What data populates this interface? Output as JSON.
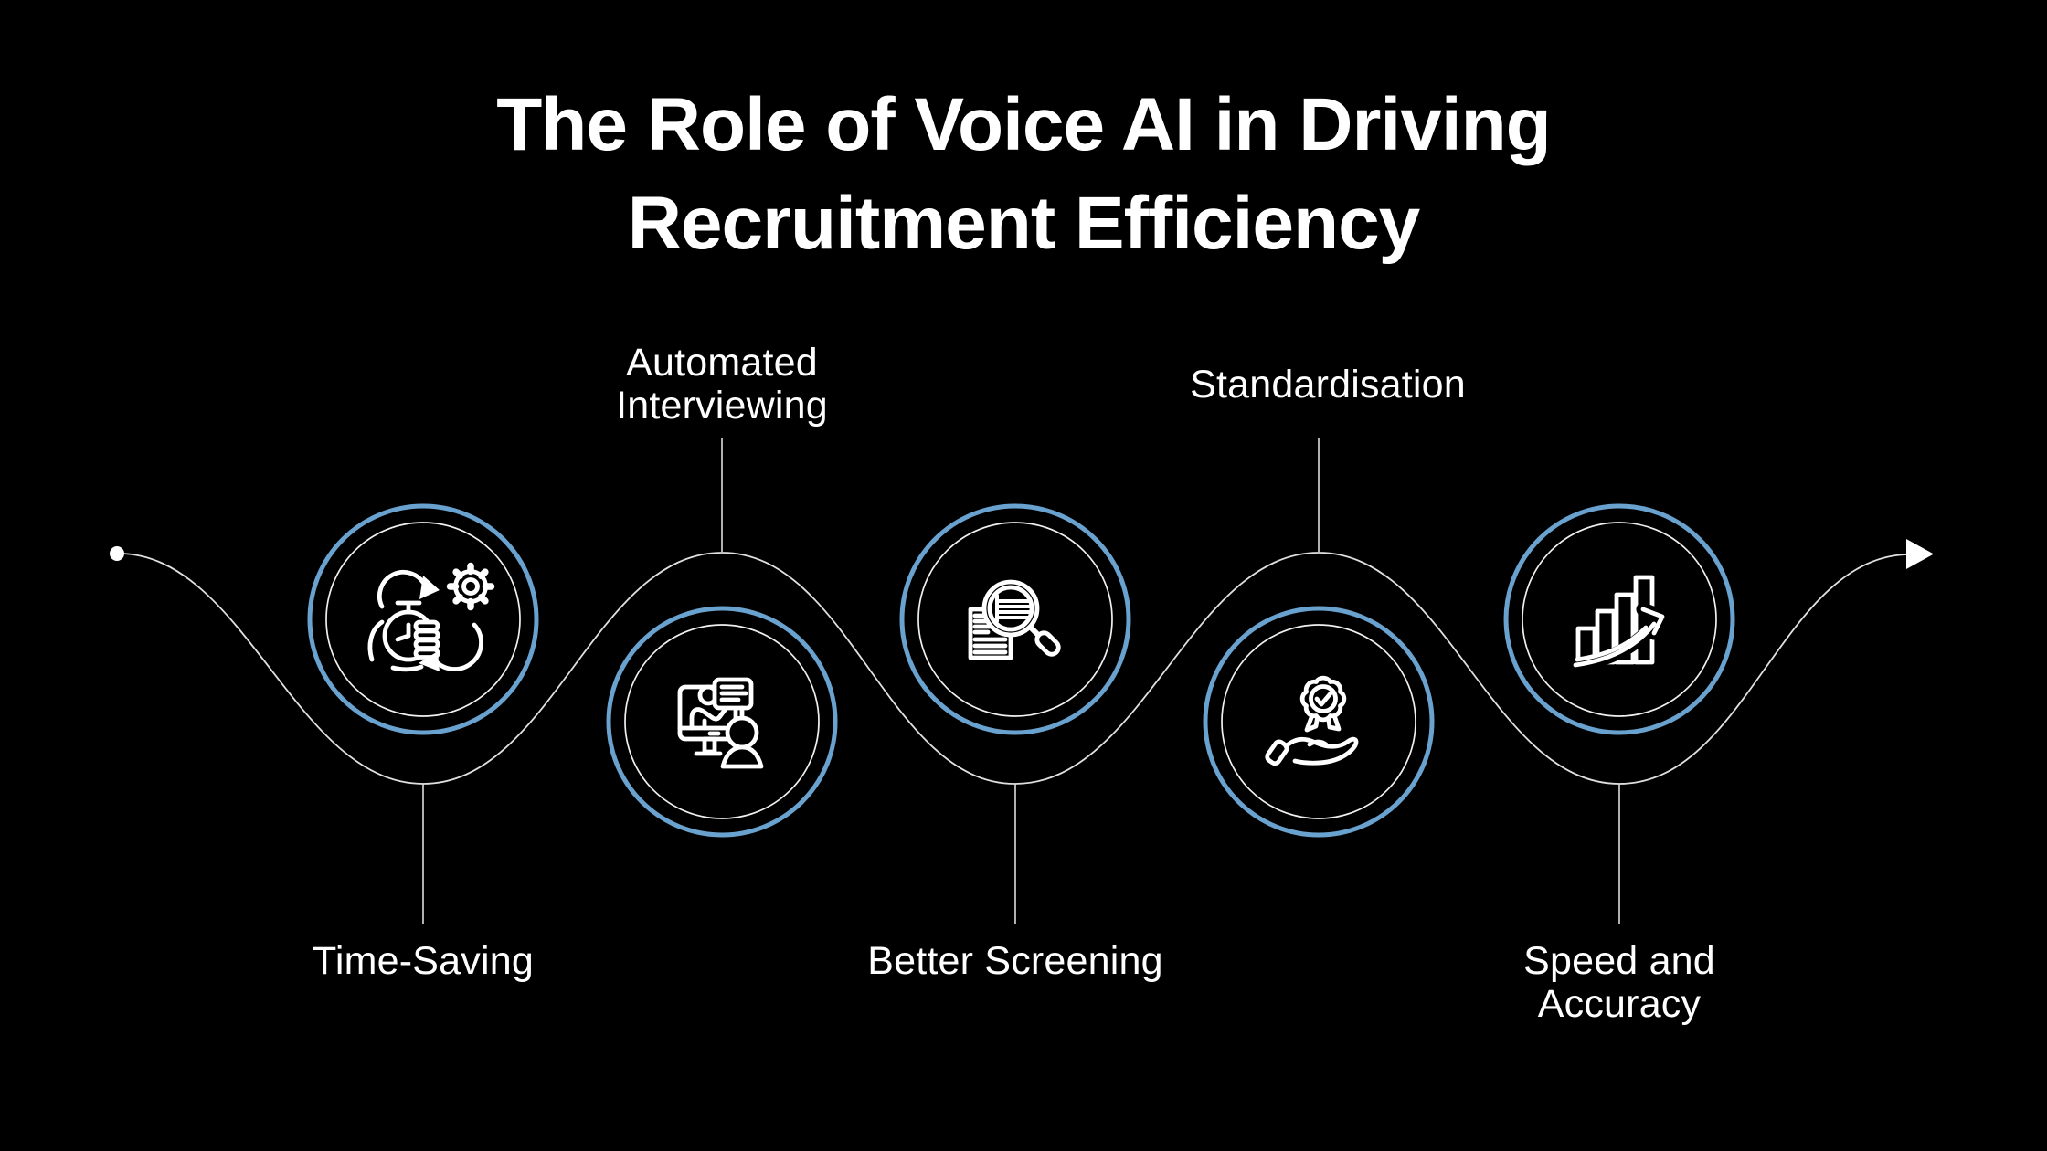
{
  "title": {
    "line1": "The Role of Voice AI in Driving",
    "line2": "Recruitment Efficiency"
  },
  "steps": [
    {
      "id": "time-saving",
      "label_lines": [
        "Time-Saving"
      ],
      "circle_position": "top",
      "label_position": "below",
      "icon": "time-saving-icon"
    },
    {
      "id": "automated-interviewing",
      "label_lines": [
        "Automated",
        "Interviewing"
      ],
      "circle_position": "bottom",
      "label_position": "above",
      "icon": "automated-interviewing-icon"
    },
    {
      "id": "better-screening",
      "label_lines": [
        "Better Screening"
      ],
      "circle_position": "top",
      "label_position": "below",
      "icon": "screening-magnifier-icon"
    },
    {
      "id": "standardisation",
      "label_lines": [
        "Standardisation"
      ],
      "circle_position": "bottom",
      "label_position": "above",
      "icon": "award-hand-icon"
    },
    {
      "id": "speed-accuracy",
      "label_lines": [
        "Speed and",
        "Accuracy"
      ],
      "circle_position": "top",
      "label_position": "below",
      "icon": "growth-chart-icon"
    }
  ],
  "flow": {
    "start_marker": "dot",
    "end_marker": "arrow"
  },
  "colors": {
    "background": "#000000",
    "ring_accent": "#6aa2cf",
    "ring_inner": "#f0f0f0",
    "flow_line": "#e0e0e0",
    "text": "#ffffff"
  }
}
